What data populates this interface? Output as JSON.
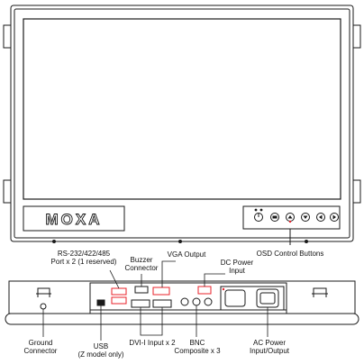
{
  "front_panel": {
    "logo": "MOXA",
    "osd_label": "OSD Control Buttons",
    "buttons": [
      {
        "icon": "power-icon"
      },
      {
        "icon": "menu-icon"
      },
      {
        "icon": "up-icon"
      },
      {
        "icon": "down-icon"
      },
      {
        "icon": "left-icon"
      },
      {
        "icon": "right-icon"
      }
    ]
  },
  "rear_panel": {
    "labels": {
      "serial_line1": "RS-232/422/485",
      "serial_line2": "Port x 2 (1 reserved)",
      "buzzer_line1": "Buzzer",
      "buzzer_line2": "Connector",
      "vga": "VGA Output",
      "dc_line1": "DC Power",
      "dc_line2": "Input",
      "ground_line1": "Ground",
      "ground_line2": "Connector",
      "usb_line1": "USB",
      "usb_line2": "(Z model only)",
      "dvi": "DVI-I Input x 2",
      "bnc_line1": "BNC",
      "bnc_line2": "Composite x 3",
      "ac_line1": "AC Power",
      "ac_line2": "Input/Output"
    },
    "highlight_color": "#e8212a"
  }
}
